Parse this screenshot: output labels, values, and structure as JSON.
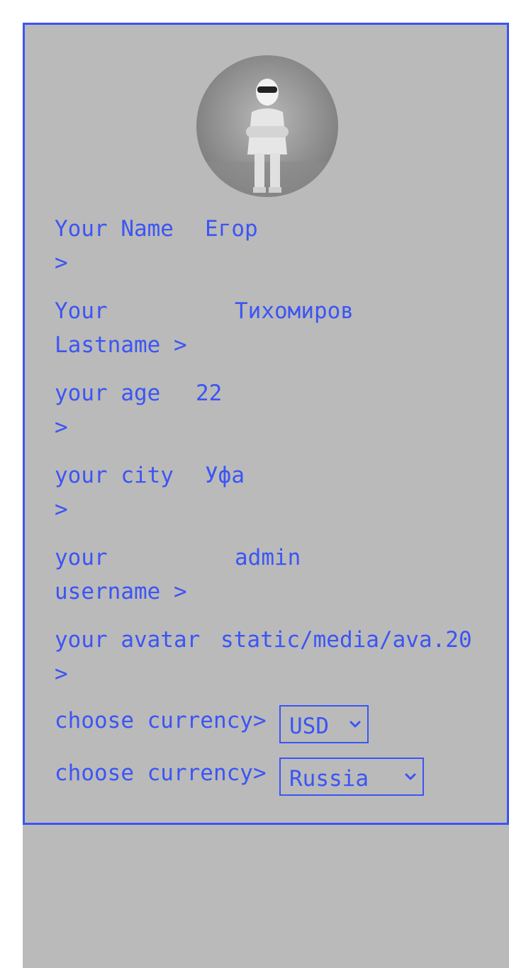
{
  "profile": {
    "avatar_alt": "avatar",
    "fields": [
      {
        "label": "Your Name >",
        "value": "Егор"
      },
      {
        "label": "Your Lastname >",
        "value": "Тихомиров"
      },
      {
        "label": "your age >",
        "value": "22"
      },
      {
        "label": "your city >",
        "value": "Уфа"
      },
      {
        "label": "your username >",
        "value": "admin"
      },
      {
        "label": "your avatar >",
        "value": "static/media/ava.20"
      }
    ],
    "selects": [
      {
        "label": "choose currency>",
        "value": "USD"
      },
      {
        "label": "choose currency>",
        "value": "Russia"
      }
    ]
  },
  "colors": {
    "accent": "#3b55f5",
    "panel_bg": "#bababa",
    "page_bg": "#ffffff"
  },
  "icons": {
    "select_arrow": "chevron-down-icon"
  }
}
